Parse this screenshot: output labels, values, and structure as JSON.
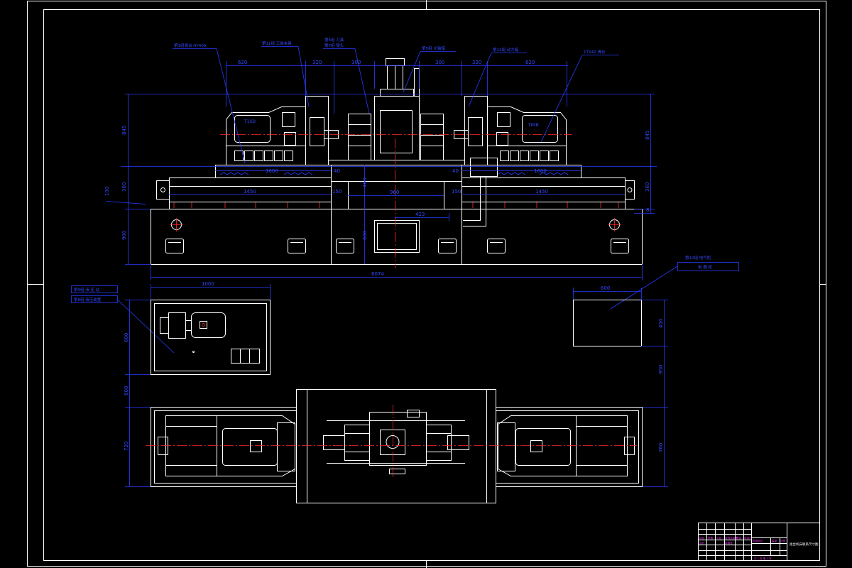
{
  "colors": {
    "background": "#000000",
    "outline": "#ffffff",
    "dimension": "#2a3cff",
    "centerline": "#ff2a2a",
    "title_block_text": "#ff33ff"
  },
  "labels": {
    "l1": "第1组滑台 HY40A",
    "l2": "第11组 工装夹具",
    "l3a": "第6组 刀具",
    "l3b": "第7组 镗头",
    "l4": "第5组 主轴箱",
    "l5": "第12组 动力箱",
    "l6": "1TX40 滑台",
    "l7": "第9组 液 压 站",
    "l8": "第8组 液压装置",
    "l9": "第10组 电气柜",
    "l9box": "电 器 柜",
    "head_left": "T1SD",
    "head_right": "TIMB"
  },
  "dims": {
    "top": [
      "620",
      "320",
      "300",
      "300",
      "320",
      "620"
    ],
    "left_v": [
      "845",
      "360",
      "900"
    ],
    "right_v": [
      "845",
      "360",
      "8"
    ],
    "small_left": "100",
    "slide_len_l": "1600",
    "slide_len_r": "1600",
    "gap_l": "40",
    "gap_r": "40",
    "base_len_l": "1450",
    "base_len_r": "1450",
    "end_l": "150",
    "end_r": "150",
    "mid": "960",
    "mid_h": "460",
    "bed_h": "600",
    "offset": "423",
    "total": "6074",
    "hyd_w": "1000",
    "hyd_h": "600",
    "hyd_gap": "600",
    "cab_w": "600",
    "cab_h": "450",
    "cab_gap": "950",
    "plan_l": "720",
    "plan_r": "760"
  },
  "title_block": {
    "row_labels": [
      "标记",
      "处数",
      "分区",
      "更改文件号",
      "签名",
      "年月日"
    ],
    "design": "设计",
    "std": "标准化",
    "stage": "阶段标记",
    "weight": "重量",
    "scale": "比例",
    "sheet": "共 1 张 第 1 张",
    "drawing_name": "组合机床联系尺寸图"
  }
}
